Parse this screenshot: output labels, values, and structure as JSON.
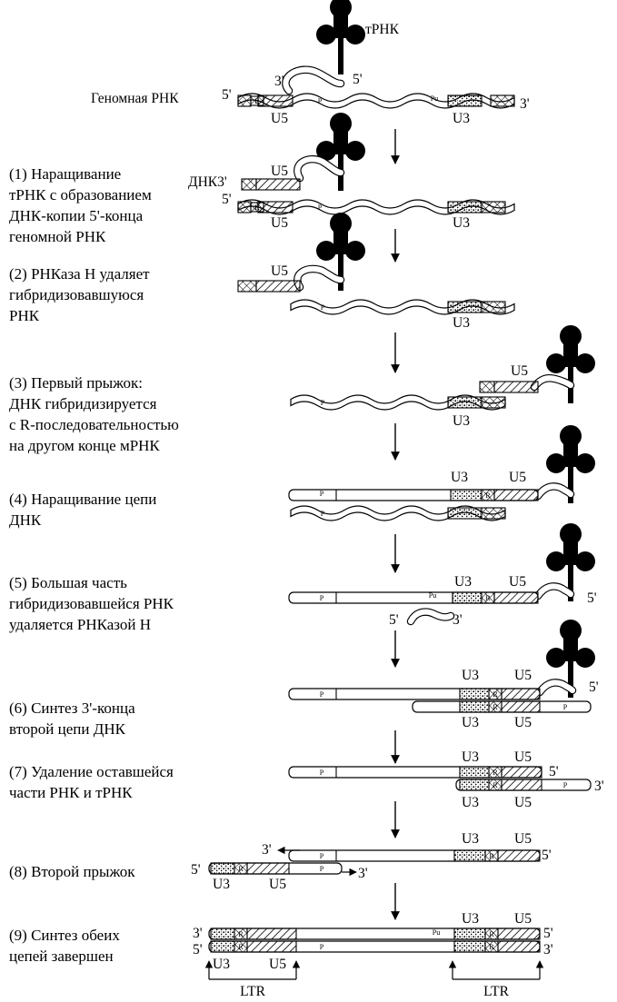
{
  "labels": {
    "trna": "тРНК",
    "genomic_rna": "Геномная РНК",
    "dna3": "ДНК3'",
    "five_prime": "5'",
    "three_prime": "3'",
    "u5": "U5",
    "u3": "U3",
    "r": "R",
    "p": "P",
    "pu": "Pu",
    "ltr": "LTR"
  },
  "steps": [
    {
      "id": 1,
      "lines": [
        "(1) Наращивание",
        "тРНК с образованием",
        "ДНК-копии 5'-конца",
        "геномной РНК"
      ]
    },
    {
      "id": 2,
      "lines": [
        "(2) РНКаза Н удаляет",
        "гибридизовавшуюся",
        "РНК"
      ]
    },
    {
      "id": 3,
      "lines": [
        "(3) Первый прыжок:",
        "ДНК гибридизируется",
        "с R-последовательностью",
        "на другом конце мРНК"
      ]
    },
    {
      "id": 4,
      "lines": [
        "(4) Наращивание цепи",
        "ДНК"
      ]
    },
    {
      "id": 5,
      "lines": [
        "(5) Большая часть",
        "гибридизовавшейся РНК",
        "удаляется РНКазой Н"
      ]
    },
    {
      "id": 6,
      "lines": [
        "(6) Синтез 3'-конца",
        "второй цепи ДНК"
      ]
    },
    {
      "id": 7,
      "lines": [
        "(7) Удаление оставшейся",
        "части РНК и тРНК"
      ]
    },
    {
      "id": 8,
      "lines": [
        "(8) Второй прыжок"
      ]
    },
    {
      "id": 9,
      "lines": [
        "(9) Синтез обеих",
        "цепей завершен"
      ]
    }
  ]
}
